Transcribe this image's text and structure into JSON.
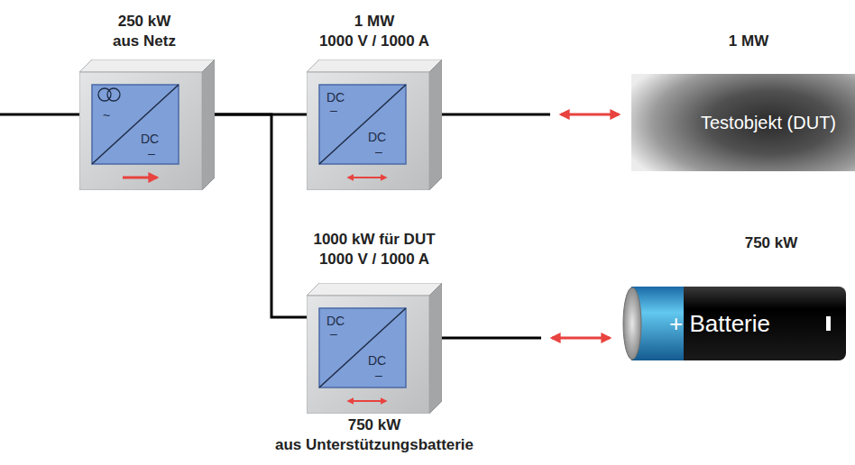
{
  "diagram": {
    "nodes": [
      {
        "text": [
          "250 kW",
          "aus Netz",
          "~",
          "DC",
          "–"
        ]
      },
      {
        "text": [
          "1 MW",
          "1000 V / 1000 A",
          "DC",
          "–",
          "DC",
          "–"
        ]
      },
      {
        "text": [
          "1 MW",
          "Testobjekt (DUT)"
        ]
      },
      {
        "text": [
          "1000 kW für DUT",
          "1000 V / 1000 A",
          "DC",
          "–",
          "DC",
          "–",
          "750 kW",
          "aus Unterstützungsbatterie"
        ]
      },
      {
        "text": [
          "750 kW",
          "+ Batterie"
        ]
      }
    ],
    "edges": [
      {
        "from": 0,
        "to": 1,
        "arrow": "none"
      },
      {
        "from": 0,
        "to": 3,
        "arrow": "none"
      },
      {
        "from": 1,
        "to": 2,
        "arrow": "both"
      },
      {
        "from": 3,
        "to": 4,
        "arrow": "both"
      }
    ]
  }
}
